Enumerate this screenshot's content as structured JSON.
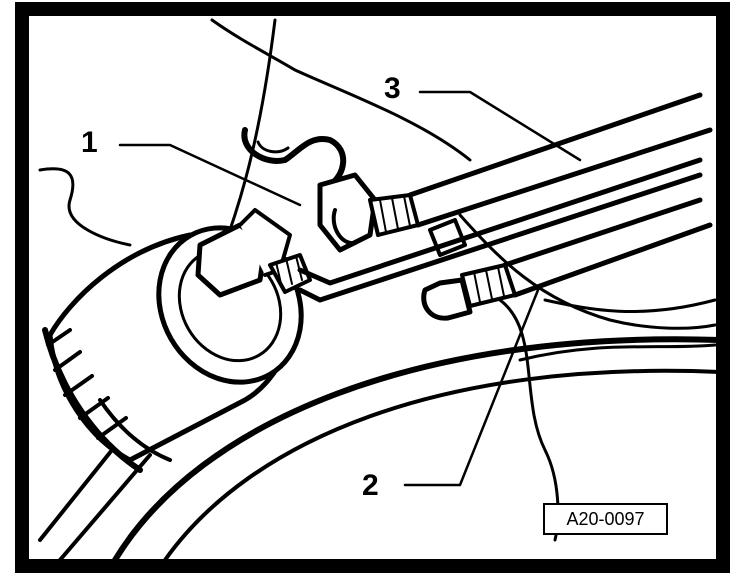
{
  "callouts": {
    "one": "1",
    "two": "2",
    "three": "3"
  },
  "figure_reference": "A20-0097",
  "colors": {
    "ink": "#000000",
    "paper": "#ffffff"
  }
}
